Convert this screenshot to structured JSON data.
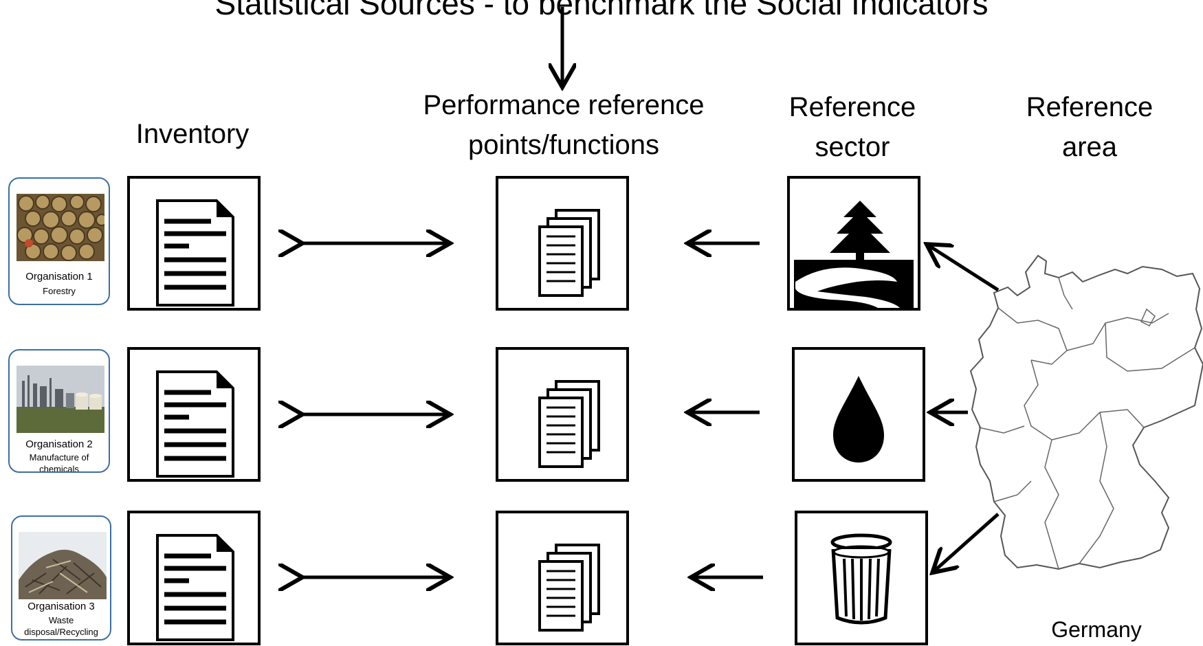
{
  "top_banner": "Statistical Sources - to benchmark the Social Indicators",
  "headers": {
    "inventory": "Inventory",
    "performance_line1": "Performance reference",
    "performance_line2": "points/functions",
    "sector_line1": "Reference",
    "sector_line2": "sector",
    "area_line1": "Reference",
    "area_line2": "area"
  },
  "organisations": [
    {
      "name": "Organisation 1",
      "sub1": "Forestry",
      "sub2": ""
    },
    {
      "name": "Organisation 2",
      "sub1": "Manufacture of",
      "sub2": "chemicals"
    },
    {
      "name": "Organisation 3",
      "sub1": "Waste",
      "sub2": "disposal/Recycling"
    }
  ],
  "sector_icons": [
    "forest-river-icon",
    "oil-drop-icon",
    "trash-bin-icon"
  ],
  "area_label": "Germany"
}
